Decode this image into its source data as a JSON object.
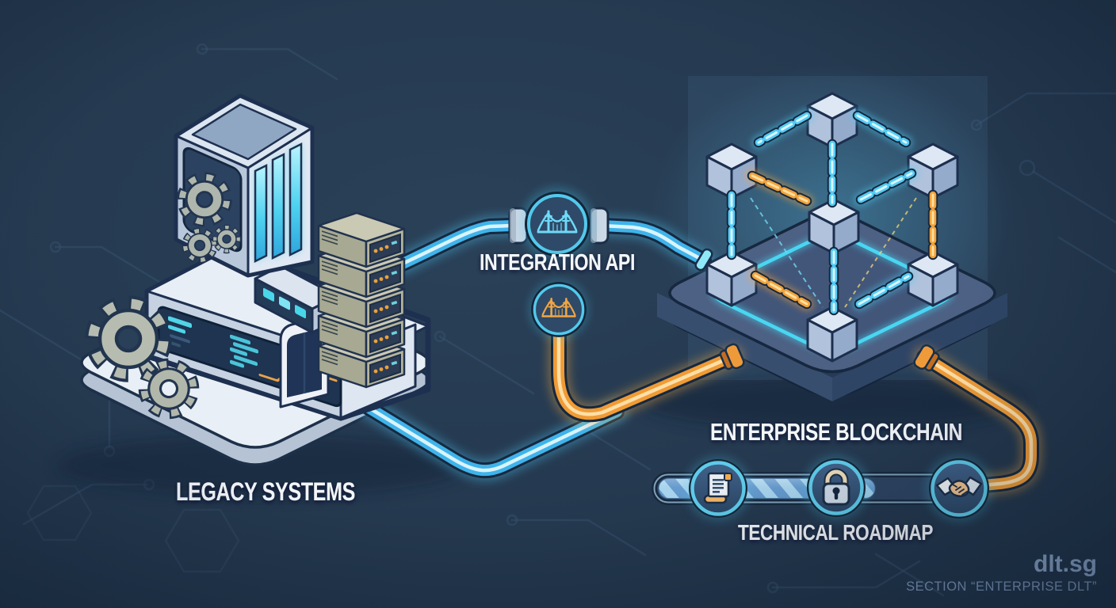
{
  "labels": {
    "integration_api": "INTEGRATION API",
    "legacy_systems": "LEGACY SYSTEMS",
    "enterprise_blockchain": "ENTERPRISE BLOCKCHAIN",
    "technical_roadmap": "TECHNICAL ROADMAP"
  },
  "watermark": {
    "brand": "dlt.sg",
    "caption": "SECTION “ENTERPRISE DLT”"
  },
  "diagram": {
    "type": "isometric-illustration",
    "nodes": [
      {
        "id": "legacy",
        "label": "LEGACY SYSTEMS",
        "depicts": "mainframe tower with gears, console with dashboard screen, stacked server rack on a white platform",
        "icons": [
          "gear-icon",
          "server-rack"
        ]
      },
      {
        "id": "api",
        "label": "INTEGRATION API",
        "depicts": "two circular bridge badges on glowing data pipes",
        "icons": [
          "bridge-icon-blue",
          "bridge-icon-orange"
        ]
      },
      {
        "id": "blockchain",
        "label": "ENTERPRISE BLOCKCHAIN",
        "depicts": "seven cubes linked by glowing blue and orange chains on a neon-edged platform"
      }
    ],
    "connections": [
      {
        "from": "legacy",
        "to": "blockchain",
        "via": "api",
        "style": "blue glowing pipe through bridge coupling"
      },
      {
        "from": "legacy",
        "to": "blockchain",
        "style": "blue pipe merging into orange pipe from orange bridge badge"
      },
      {
        "from": "blockchain",
        "to": "roadmap-handshake",
        "style": "orange glowing pipe"
      }
    ]
  },
  "roadmap": {
    "label": "TECHNICAL ROADMAP",
    "progress_percent": 67,
    "milestones": [
      {
        "icon": "scroll-contract"
      },
      {
        "icon": "padlock"
      },
      {
        "icon": "handshake"
      }
    ]
  },
  "colors": {
    "background": "#24384E",
    "circuit_trace": "#3A5570",
    "pipe_blue": "#3FB3EA",
    "pipe_blue_core": "#E2F8FF",
    "pipe_orange": "#F09B35",
    "pipe_orange_core": "#FFE3AE",
    "chain_blue": "#55CCF5",
    "chain_orange": "#F2A33C",
    "platform_white": "#E9EFF6",
    "blockchain_platform": "#4D6184",
    "neon_ring": "#49D6F2",
    "badge_ring": "#53C9EC",
    "label_text": "#F3F6FA",
    "watermark_text": "#8BA6C9"
  }
}
